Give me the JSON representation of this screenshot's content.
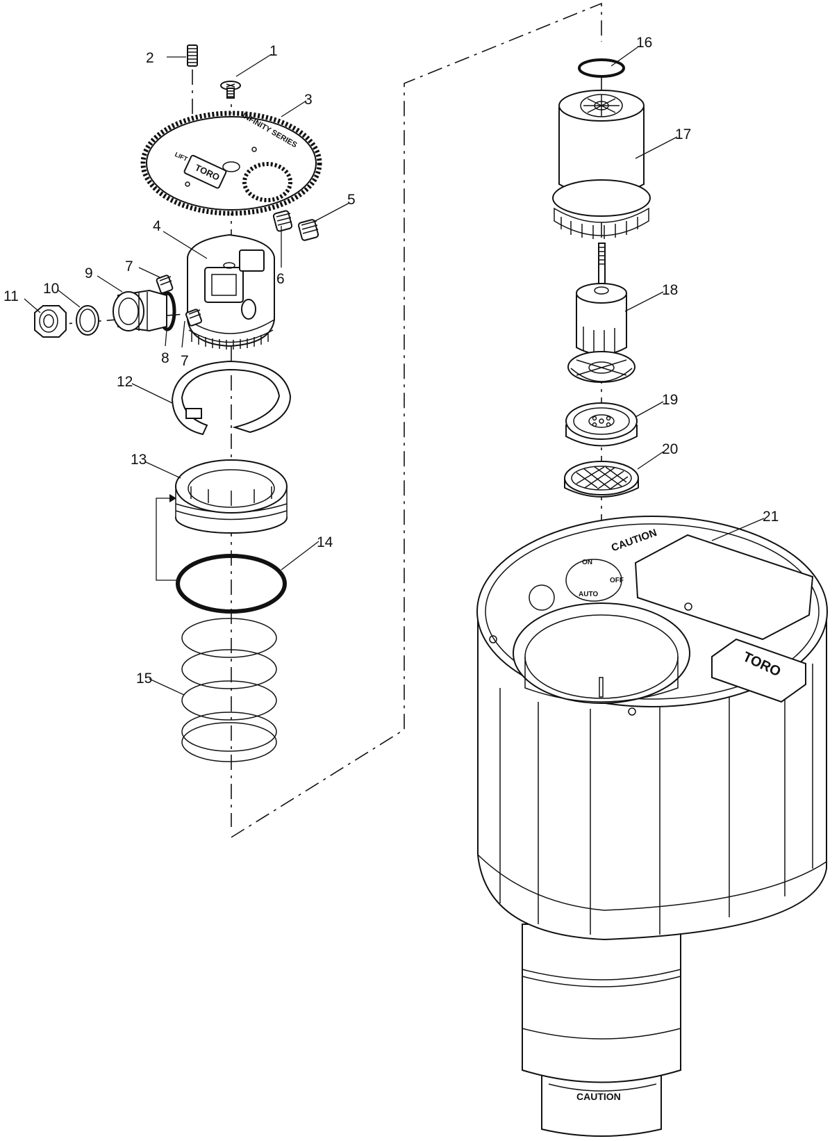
{
  "callouts": [
    {
      "id": "1",
      "label": "1"
    },
    {
      "id": "2",
      "label": "2"
    },
    {
      "id": "3",
      "label": "3"
    },
    {
      "id": "4",
      "label": "4"
    },
    {
      "id": "5",
      "label": "5"
    },
    {
      "id": "6",
      "label": "6"
    },
    {
      "id": "7a",
      "label": "7"
    },
    {
      "id": "7b",
      "label": "7"
    },
    {
      "id": "8",
      "label": "8"
    },
    {
      "id": "9",
      "label": "9"
    },
    {
      "id": "10",
      "label": "10"
    },
    {
      "id": "11",
      "label": "11"
    },
    {
      "id": "12",
      "label": "12"
    },
    {
      "id": "13",
      "label": "13"
    },
    {
      "id": "14",
      "label": "14"
    },
    {
      "id": "15",
      "label": "15"
    },
    {
      "id": "16",
      "label": "16"
    },
    {
      "id": "17",
      "label": "17"
    },
    {
      "id": "18",
      "label": "18"
    },
    {
      "id": "19",
      "label": "19"
    },
    {
      "id": "20",
      "label": "20"
    },
    {
      "id": "21",
      "label": "21"
    }
  ],
  "part_markings": {
    "brand": "TORO",
    "caution": "CAUTION",
    "gear_text": "INFINITY SERIES",
    "lift": "LIFT",
    "selector_on": "ON",
    "selector_off": "OFF",
    "selector_auto": "AUTO"
  }
}
